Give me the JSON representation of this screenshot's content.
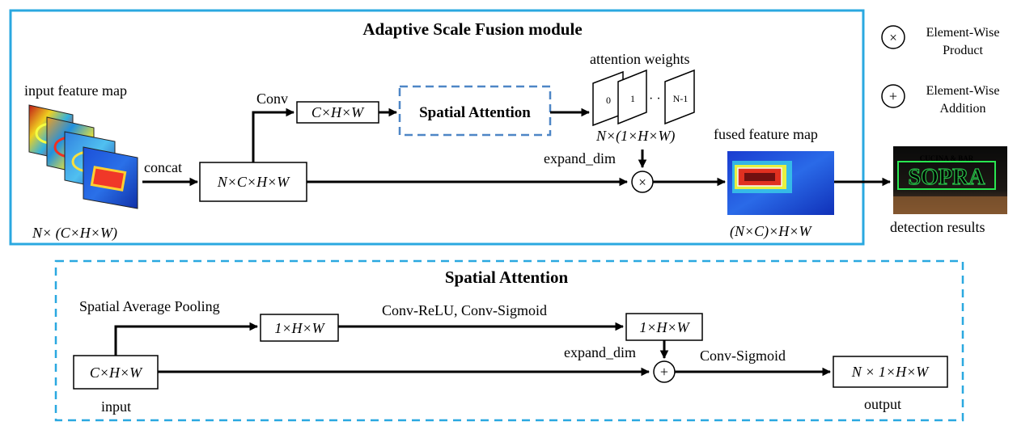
{
  "colors": {
    "module_border": "#2aa8e0",
    "spatial_box_border": "#4e86c6",
    "arrow": "#000000"
  },
  "module": {
    "title": "Adaptive Scale Fusion module",
    "input_label": "input feature map",
    "input_shape": "N× (C×H×W)",
    "concat": "concat",
    "ncwh": "N×C×H×W",
    "conv": "Conv",
    "chw": "C×H×W",
    "spatial_attention": "Spatial Attention",
    "attention_weights": "attention weights",
    "weight_labels": [
      "0",
      "1",
      "N-1"
    ],
    "dots": "· · ·",
    "weights_shape": "N×(1×H×W)",
    "expand_dim": "expand_dim",
    "fused_label": "fused feature map",
    "fused_shape": "(N×C)×H×W",
    "detection": "detection results",
    "detection_sign_top": "CUCINA & BAR",
    "detection_sign": "SOPRA"
  },
  "legend": {
    "product_symbol": "×",
    "product_label_1": "Element-Wise",
    "product_label_2": "Product",
    "addition_symbol": "+",
    "addition_label_1": "Element-Wise",
    "addition_label_2": "Addition"
  },
  "spatial": {
    "title": "Spatial Attention",
    "pooling": "Spatial Average Pooling",
    "pool_shape": "1×H×W",
    "conv_relu": "Conv-ReLU, Conv-Sigmoid",
    "weight_shape": "1×H×W",
    "input_shape": "C×H×W",
    "input_label": "input",
    "expand_dim": "expand_dim",
    "conv_sigmoid": "Conv-Sigmoid",
    "output_shape": "N × 1×H×W",
    "output_label": "output"
  }
}
